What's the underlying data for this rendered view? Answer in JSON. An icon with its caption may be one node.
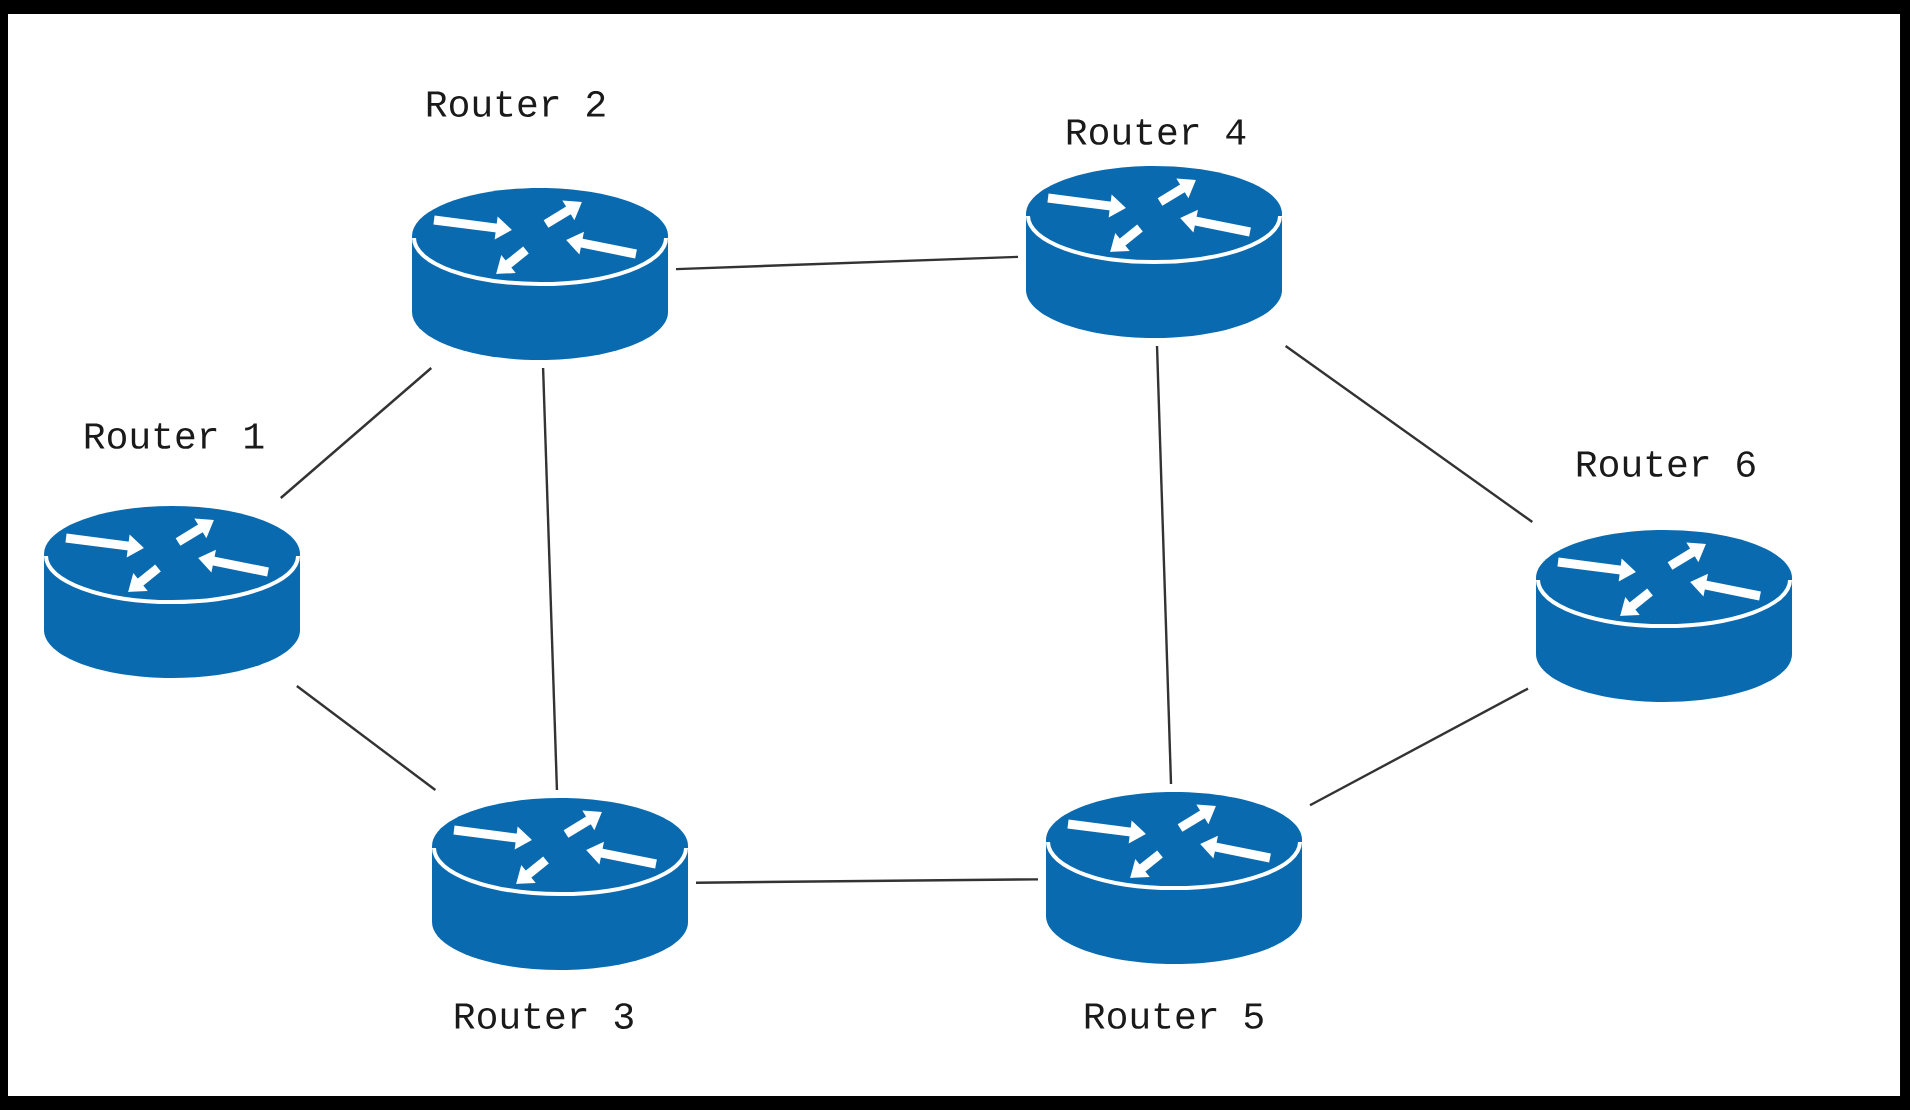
{
  "diagram": {
    "nodes": [
      {
        "text": [
          "Router 1"
        ]
      },
      {
        "text": [
          "Router 2"
        ]
      },
      {
        "text": [
          "Router 3"
        ]
      },
      {
        "text": [
          "Router 4"
        ]
      },
      {
        "text": [
          "Router 5"
        ]
      },
      {
        "text": [
          "Router 6"
        ]
      }
    ],
    "edges": [
      {
        "from": 0,
        "to": 1,
        "arrow": "none"
      },
      {
        "from": 0,
        "to": 2,
        "arrow": "none"
      },
      {
        "from": 1,
        "to": 2,
        "arrow": "none"
      },
      {
        "from": 1,
        "to": 3,
        "arrow": "none"
      },
      {
        "from": 2,
        "to": 4,
        "arrow": "none"
      },
      {
        "from": 3,
        "to": 4,
        "arrow": "none"
      },
      {
        "from": 3,
        "to": 5,
        "arrow": "none"
      },
      {
        "from": 4,
        "to": 5,
        "arrow": "none"
      }
    ]
  }
}
